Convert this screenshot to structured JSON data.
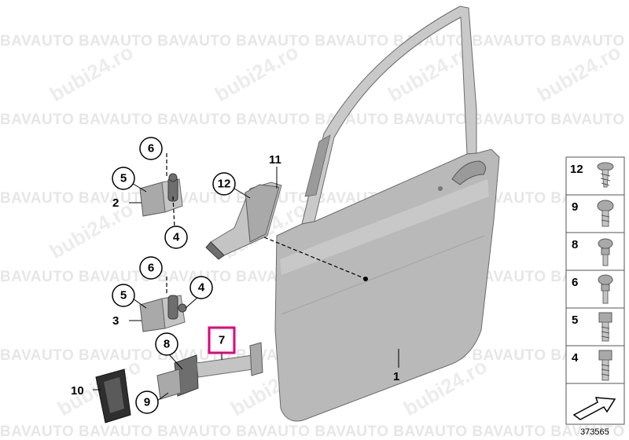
{
  "watermark": {
    "text": "BAVAUTO BAVAUTO BAVAUTO BAVAUTO BAVAUTO BAVAUTO BAVAUTO BAVAUTO",
    "site": "bubi24.ro"
  },
  "callouts": {
    "c1": "1",
    "c2": "2",
    "c3": "3",
    "c4a": "4",
    "c4b": "4",
    "c5a": "5",
    "c5b": "5",
    "c6a": "6",
    "c6b": "6",
    "c7": "7",
    "c8": "8",
    "c9": "9",
    "c10": "10",
    "c11": "11",
    "c12": "12"
  },
  "legend": {
    "items": [
      "12",
      "9",
      "8",
      "6",
      "5",
      "4"
    ]
  },
  "diagram_number": "373565",
  "colors": {
    "highlight": "#e0007a",
    "door": "#b9b9b9"
  }
}
